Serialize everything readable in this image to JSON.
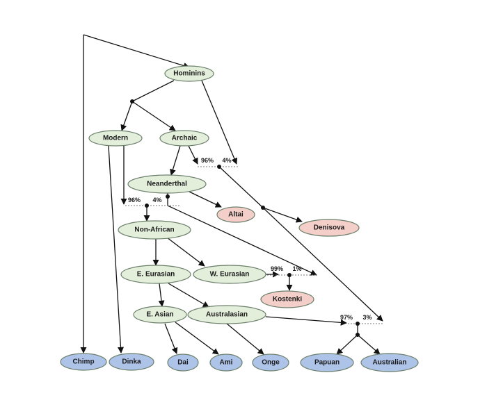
{
  "colors": {
    "internal": "#e3eedb",
    "archaic_sample": "#f4cfc9",
    "population": "#aec3e8",
    "edge": "#111111"
  },
  "nodes": {
    "hominins": "Hominins",
    "modern": "Modern",
    "archaic": "Archaic",
    "neanderthal": "Neanderthal",
    "altai": "Altai",
    "denisova": "Denisova",
    "non_african": "Non-African",
    "e_eurasian": "E. Eurasian",
    "w_eurasian": "W. Eurasian",
    "kostenki": "Kostenki",
    "e_asian": "E. Asian",
    "australasian": "Australasian",
    "chimp": "Chimp",
    "dinka": "Dinka",
    "dai": "Dai",
    "ami": "Ami",
    "onge": "Onge",
    "papuan": "Papuan",
    "australian": "Australian"
  },
  "admixture": {
    "archaic_major": "96%",
    "archaic_minor": "4%",
    "neanderthal_major": "96%",
    "neanderthal_minor": "4%",
    "kostenki_major": "99%",
    "kostenki_minor": "1%",
    "oceania_major": "97%",
    "oceania_minor": "3%"
  }
}
